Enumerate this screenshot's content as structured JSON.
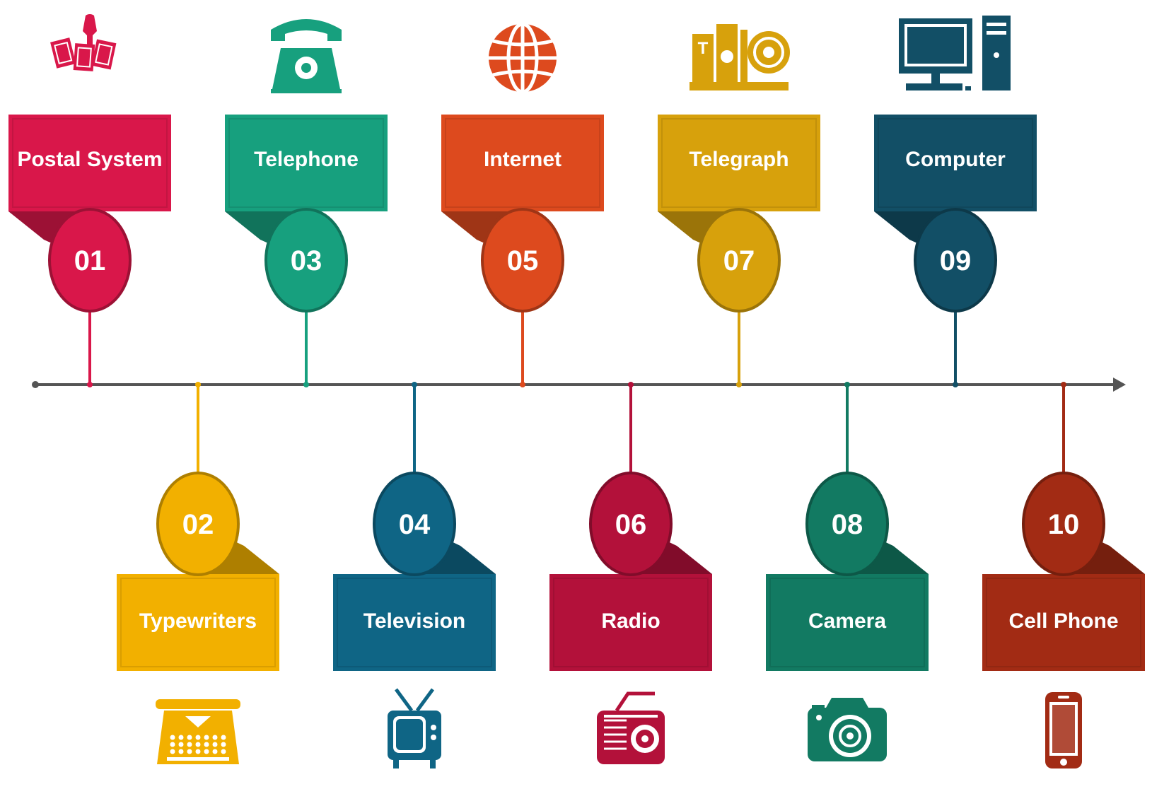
{
  "items": [
    {
      "number": "01",
      "label": "Postal System",
      "color": "#d9174a",
      "icon": "postal-stamps-icon"
    },
    {
      "number": "02",
      "label": "Typewriters",
      "color": "#f2b000",
      "icon": "typewriter-icon"
    },
    {
      "number": "03",
      "label": "Telephone",
      "color": "#17a07e",
      "icon": "telephone-icon"
    },
    {
      "number": "04",
      "label": "Television",
      "color": "#0f6585",
      "icon": "television-icon"
    },
    {
      "number": "05",
      "label": "Internet",
      "color": "#dd4a1e",
      "icon": "globe-icon"
    },
    {
      "number": "06",
      "label": "Radio",
      "color": "#b3113a",
      "icon": "radio-icon"
    },
    {
      "number": "07",
      "label": "Telegraph",
      "color": "#d7a10c",
      "icon": "telegraph-icon"
    },
    {
      "number": "08",
      "label": "Camera",
      "color": "#127a62",
      "icon": "camera-icon"
    },
    {
      "number": "09",
      "label": "Computer",
      "color": "#124f66",
      "icon": "computer-icon"
    },
    {
      "number": "10",
      "label": "Cell Phone",
      "color": "#a22b14",
      "icon": "cell-phone-icon"
    }
  ],
  "axis_color": "#555555"
}
